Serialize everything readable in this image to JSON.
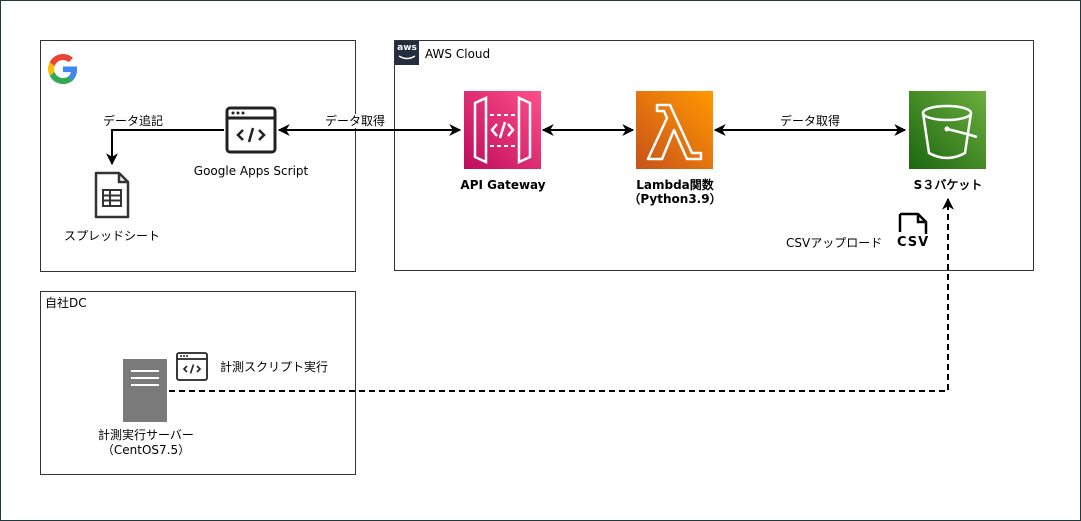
{
  "google_box": {
    "gas_label": "Google Apps Script",
    "sheet_label": "スプレッドシート",
    "append_label": "データ追記"
  },
  "aws_box": {
    "title": "AWS Cloud",
    "aws_logo_text": "aws",
    "api_gateway_label": "API Gateway",
    "lambda_label_line1": "Lambda関数",
    "lambda_label_line2": "（Python3.9）",
    "s3_label": "S３バケット",
    "csv_upload_label": "CSVアップロード",
    "csv_file_text": "CSV"
  },
  "dc_box": {
    "title": "自社DC",
    "script_label": "計測スクリプト実行",
    "server_label_line1": "計測実行サーバー",
    "server_label_line2": "（CentOS7.5）"
  },
  "connectors": {
    "gas_to_api": "データ取得",
    "lambda_to_s3": "データ取得"
  },
  "colors": {
    "api_gateway_gradient": [
      "#bd0c5a",
      "#ff4f8b"
    ],
    "lambda_gradient": [
      "#c8511b",
      "#ff9900"
    ],
    "s3_gradient": [
      "#1b660f",
      "#6cae3e"
    ],
    "server_gray": "#7a7a7a"
  }
}
